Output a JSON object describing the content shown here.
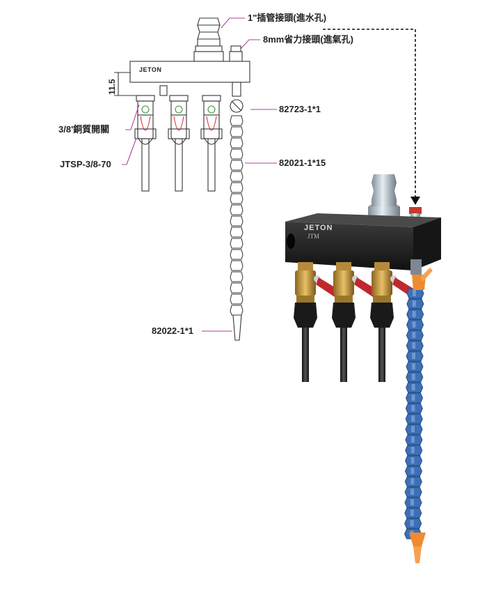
{
  "brand": "JETON",
  "brand_sub": "JTM",
  "labels": {
    "water_inlet": "1\"插管接頭(進水孔)",
    "air_inlet": "8mm省力接頭(進氣孔)",
    "part_82723": "82723-1*1",
    "part_82021": "82021-1*15",
    "part_82022": "82022-1*1",
    "valve": "3/8'銅質開關",
    "nozzle": "JTSP-3/8-70"
  },
  "dimension": {
    "value": "11.5"
  },
  "colors": {
    "leader": "#b0409a",
    "arrow": "#111111",
    "hose_blue": "#3d6fb5",
    "tip_orange": "#f08a2e",
    "block_black": "#1d1d1d",
    "brass": "#c89a3c",
    "handle_red": "#c0282d"
  }
}
